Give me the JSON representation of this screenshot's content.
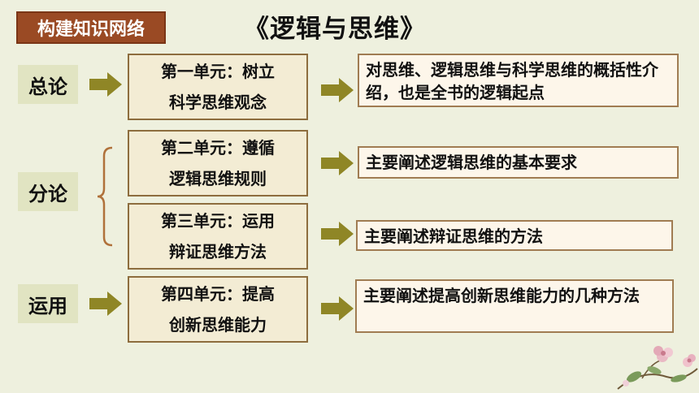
{
  "header": {
    "tag": "构建知识网络",
    "title": "《逻辑与思维》"
  },
  "sections": {
    "intro_label": "总论",
    "body_label": "分论",
    "apply_label": "运用"
  },
  "units": [
    {
      "line1": "第一单元：树立",
      "line2": "科学思维观念",
      "desc": "对思维、逻辑思维与科学思维的概括性介绍，也是全书的逻辑起点"
    },
    {
      "line1": "第二单元：遵循",
      "line2": "逻辑思维规则",
      "desc": "主要阐述逻辑思维的基本要求"
    },
    {
      "line1": "第三单元：运用",
      "line2": "辩证思维方法",
      "desc": "主要阐述辩证思维的方法"
    },
    {
      "line1": "第四单元：提高",
      "line2": "创新思维能力",
      "desc": "主要阐述提高创新思维能力的几种方法"
    }
  ],
  "colors": {
    "arrow": "#8f8626",
    "tag_bg": "#9a4a24",
    "brace": "#b0713a"
  }
}
